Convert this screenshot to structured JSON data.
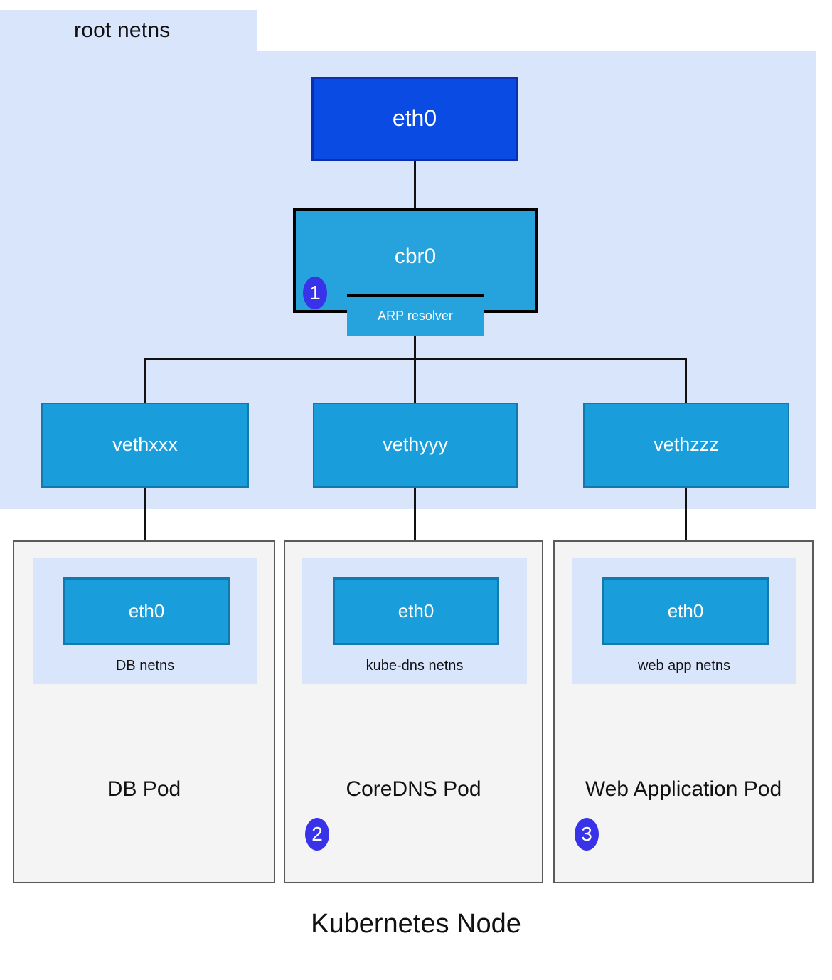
{
  "diagram": {
    "caption": "Kubernetes Node",
    "root_namespace": {
      "label": "root netns",
      "fill": "#d9e5fa"
    },
    "nodes": {
      "host_eth0": {
        "label": "eth0",
        "fill": "#0a4ce3",
        "stroke": "#0b2fae"
      },
      "bridge": {
        "label": "cbr0",
        "fill": "#26a3dc",
        "stroke": "#000000"
      },
      "arp_resolver": {
        "label": "ARP resolver",
        "fill": "#26a3dc"
      },
      "veth_a": {
        "label": "vethxxx",
        "fill": "#1a9ddb"
      },
      "veth_b": {
        "label": "vethyyy",
        "fill": "#1a9ddb"
      },
      "veth_c": {
        "label": "vethzzz",
        "fill": "#1a9ddb"
      }
    },
    "pods": [
      {
        "title": "DB Pod",
        "netns_label": "DB netns",
        "interface_label": "eth0",
        "badge": null
      },
      {
        "title": "CoreDNS Pod",
        "netns_label": "kube-dns netns",
        "interface_label": "eth0",
        "badge": "2"
      },
      {
        "title": "Web Application Pod",
        "netns_label": "web app netns",
        "interface_label": "eth0",
        "badge": "3"
      }
    ],
    "badges": {
      "bridge_badge": "1",
      "color": "#3833e8"
    }
  }
}
